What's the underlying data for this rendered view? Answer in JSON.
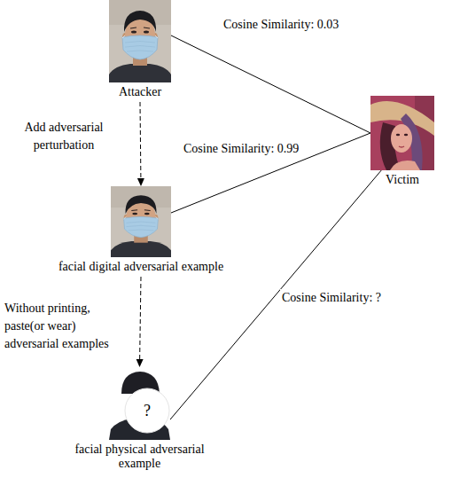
{
  "diagram": {
    "nodes": [
      {
        "text": [
          "Attacker"
        ]
      },
      {
        "text": [
          "Victim"
        ]
      },
      {
        "text": [
          "facial digital adversarial example"
        ]
      },
      {
        "text": [
          "?",
          "facial physical adversarial example"
        ]
      }
    ],
    "edges": [
      {
        "from": 0,
        "to": 1,
        "arrow": "none",
        "label": "Cosine Similarity: 0.03"
      },
      {
        "from": 0,
        "to": 2,
        "arrow": "to",
        "label": "Add adversarial perturbation"
      },
      {
        "from": 2,
        "to": 1,
        "arrow": "none",
        "label": "Cosine Similarity: 0.99"
      },
      {
        "from": 2,
        "to": 3,
        "arrow": "to",
        "label": "Without printing, paste(or wear) adversarial examples"
      },
      {
        "from": 3,
        "to": 1,
        "arrow": "none",
        "label": "Cosine Similarity: ?"
      }
    ]
  }
}
